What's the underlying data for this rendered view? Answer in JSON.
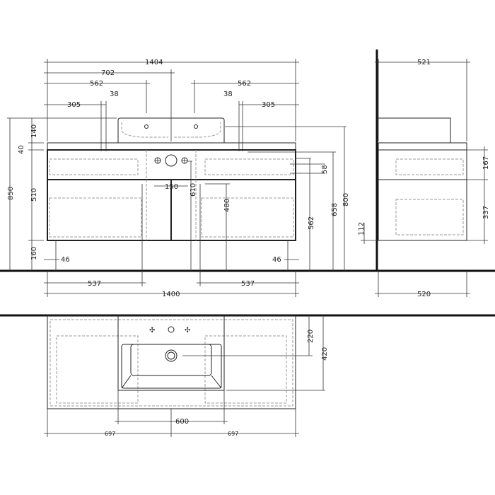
{
  "front_view": {
    "dims": {
      "overall_top": "1404",
      "half_top": "702",
      "tap_left": "562",
      "tap_right": "562",
      "bracket_left": "305",
      "bracket_right": "305",
      "bracket_w_left": "38",
      "bracket_w_right": "38",
      "total_height": "850",
      "basin_height": "140",
      "top_thickness": "40",
      "body_height": "510",
      "floor_gap": "160",
      "edge_left": "46",
      "edge_right": "46",
      "waste_spacing": "150",
      "h610": "610",
      "h480": "480",
      "h562": "562",
      "h658": "658",
      "h800": "800",
      "h58": "58",
      "bottom_left": "537",
      "bottom_right": "537",
      "bottom_total": "1400"
    }
  },
  "side_view": {
    "dims": {
      "depth_top": "521",
      "depth_bottom": "520",
      "h167": "167",
      "h337": "337",
      "h112": "112"
    }
  },
  "top_view": {
    "dims": {
      "tap_depth": "220",
      "basin_depth": "420",
      "basin_width": "600",
      "half_left": "697",
      "half_right": "697"
    }
  }
}
